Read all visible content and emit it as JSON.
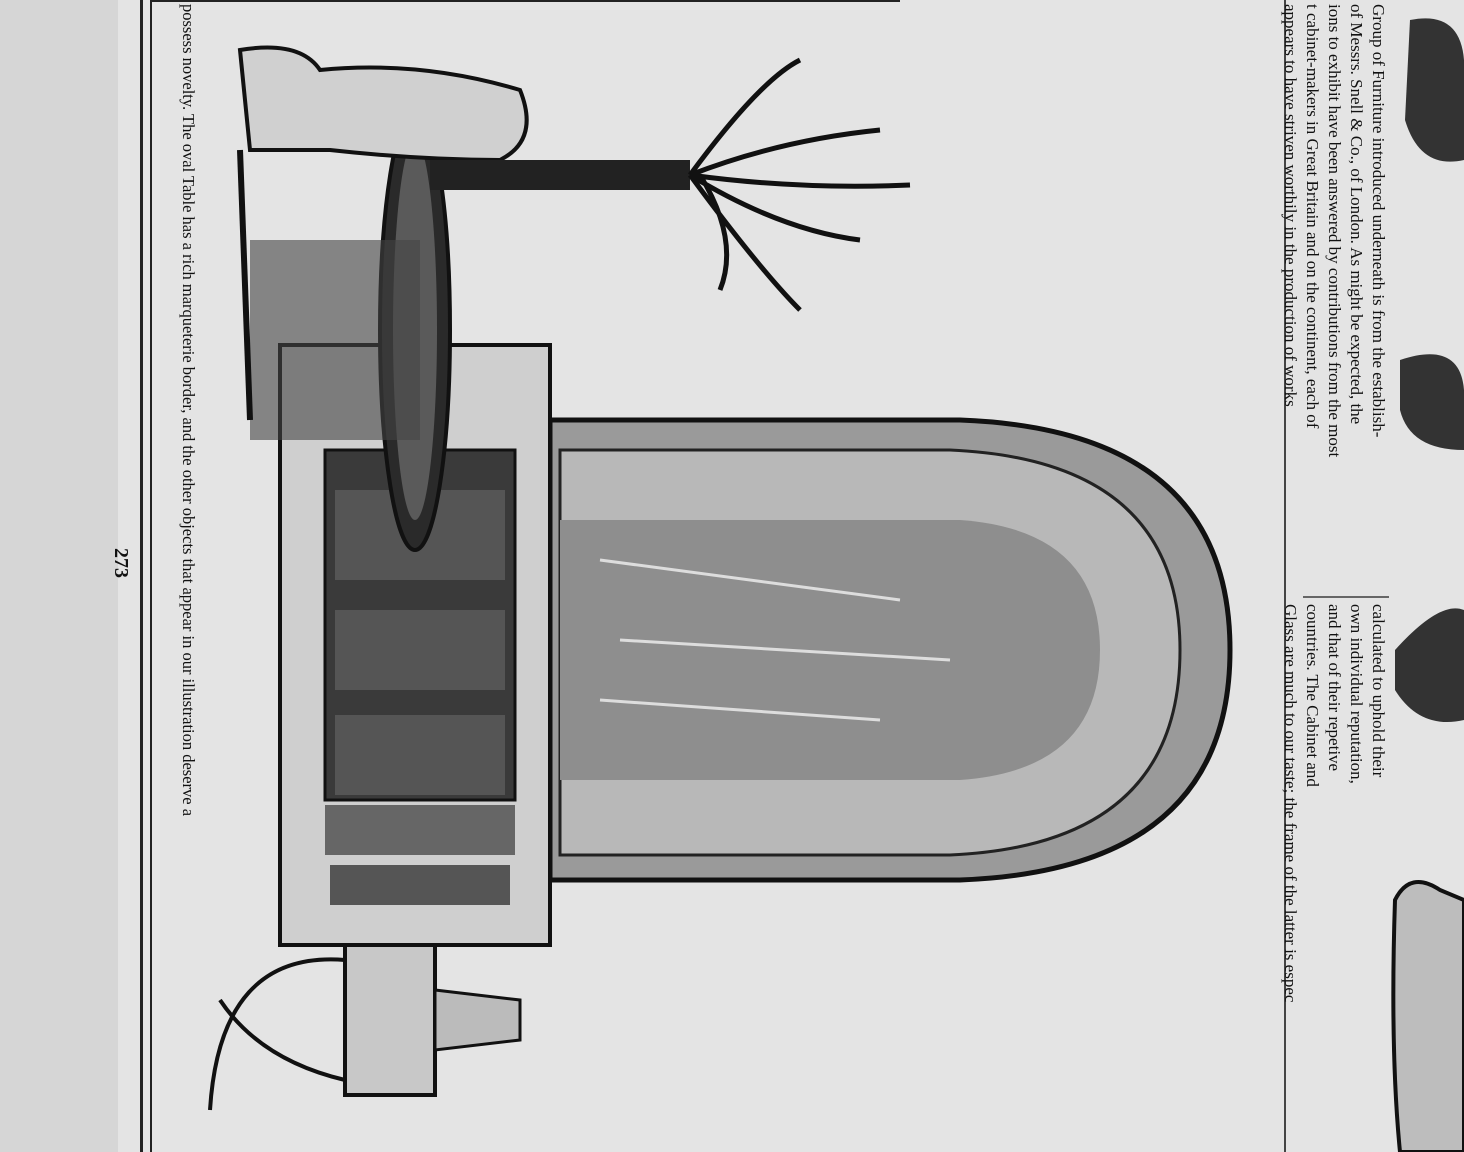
{
  "page_number": "273",
  "right_column": {
    "lines_top": [
      "Group of Furniture introduced underneath is from the establish-",
      "of Messrs. Snell & Co., of London. As might be expected, the",
      "ions to exhibit have been answered by contributions from the most",
      "t cabinet-makers in Great Britain and on the continent, each of",
      "appears to have striven worthily in the production of works"
    ],
    "lines_bottom": [
      "calculated to uphold their",
      "own individual reputation,",
      "and that of their repetive",
      "countries. The Cabinet and"
    ],
    "full_line": "Glass are much to our taste; the frame of the latter is espec"
  },
  "left_column": {
    "line": "possess novelty. The oval Table has a rich marqueterie border, and the other objects that appear in our illustration deserve a"
  }
}
